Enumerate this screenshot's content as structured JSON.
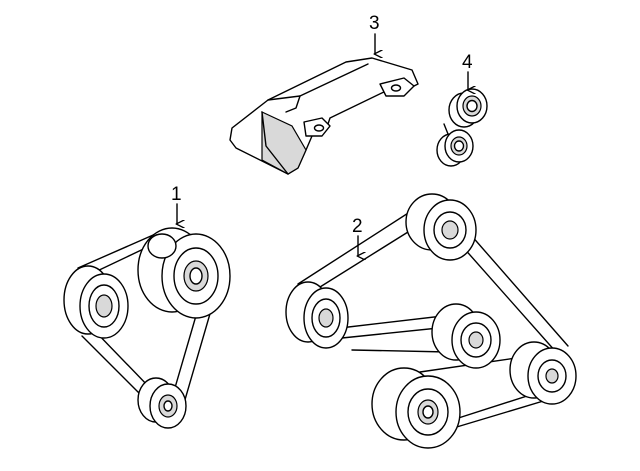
{
  "diagram": {
    "callouts": [
      {
        "id": "serpentine-belt-1",
        "label": "1"
      },
      {
        "id": "serpentine-belt-2",
        "label": "2"
      },
      {
        "id": "belt-cover-3",
        "label": "3"
      },
      {
        "id": "pulley-caps-4",
        "label": "4"
      }
    ],
    "colors": {
      "line": "#000000",
      "shade": "#d9d9d9",
      "background": "#ffffff"
    }
  }
}
